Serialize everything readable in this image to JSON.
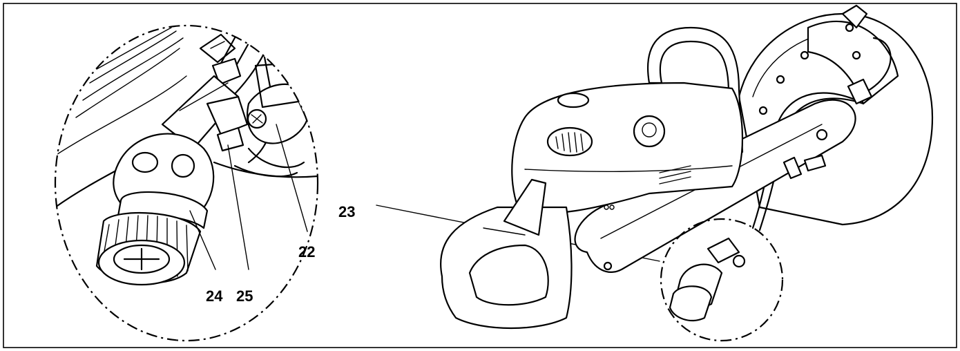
{
  "callouts": [
    {
      "id": "22",
      "label": "22"
    },
    {
      "id": "23",
      "label": "23"
    },
    {
      "id": "24",
      "label": "24"
    },
    {
      "id": "25",
      "label": "25"
    }
  ],
  "colors": {
    "line": "#000000",
    "background": "#ffffff"
  }
}
